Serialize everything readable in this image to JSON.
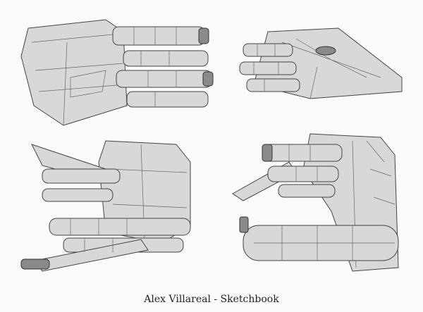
{
  "caption": "Alex Villareal - Sketchbook",
  "sketches": [
    {
      "subject": "ship-top-left"
    },
    {
      "subject": "ship-top-right"
    },
    {
      "subject": "ship-bottom-left"
    },
    {
      "subject": "ship-bottom-right"
    }
  ]
}
